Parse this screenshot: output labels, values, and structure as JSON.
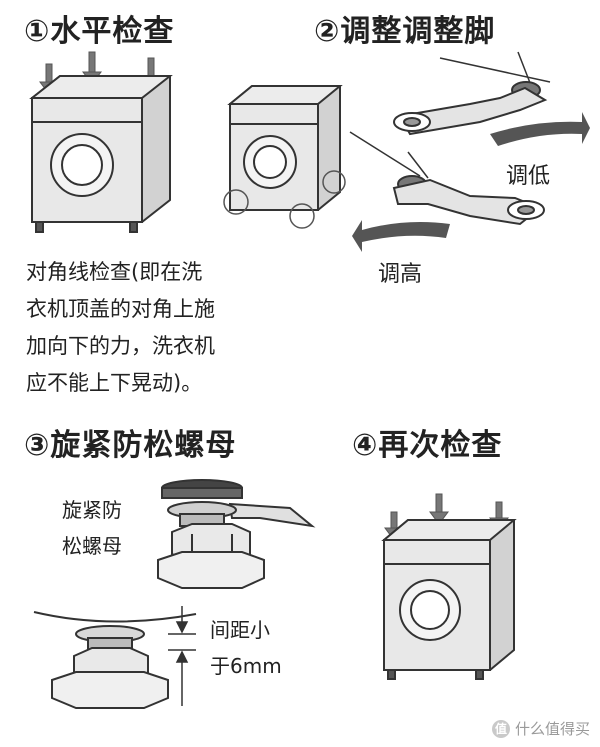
{
  "steps": [
    {
      "title": "①水平检查"
    },
    {
      "title": "②调整调整脚"
    },
    {
      "title": "③旋紧防松螺母"
    },
    {
      "title": "④再次检查"
    }
  ],
  "step1_text": [
    "对角线检查(即在洗",
    "衣机顶盖的对角上施",
    "加向下的力，洗衣机",
    "应不能上下晃动)。"
  ],
  "step2_labels": {
    "lower": "调低",
    "raise": "调高"
  },
  "step3_labels": {
    "nut": [
      "旋紧防",
      "松螺母"
    ],
    "gap": [
      "间距小",
      "于6mm"
    ]
  },
  "watermark": {
    "badge": "值",
    "text": "什么值得买"
  }
}
